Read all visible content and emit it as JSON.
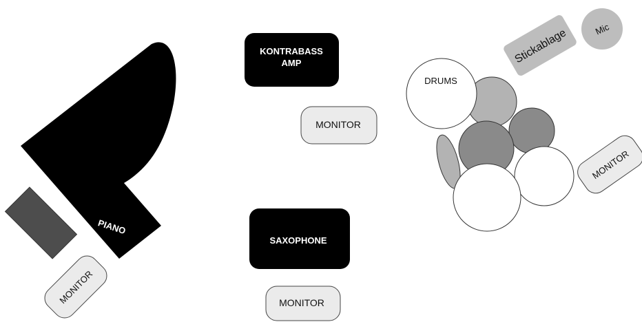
{
  "stage_plot": {
    "piano": {
      "label": "PIANO"
    },
    "kontrabass_amp": {
      "label_line1": "KONTRABASS",
      "label_line2": "AMP"
    },
    "saxophone": {
      "label": "SAXOPHONE"
    },
    "drums": {
      "label": "DRUMS"
    },
    "stickablage": {
      "label": "Stickablage"
    },
    "mic": {
      "label": "Mic"
    },
    "monitors": {
      "piano_monitor": "MONITOR",
      "bass_monitor": "MONITOR",
      "sax_monitor": "MONITOR",
      "drums_monitor": "MONITOR"
    }
  },
  "colors": {
    "black": "#000000",
    "monitor_fill": "#ebebeb",
    "keyboard_bench": "#4d4d4d",
    "stickablage_fill": "#bdbdbd",
    "drum_light_gray": "#b3b3b3",
    "drum_mid_gray": "#8a8a8a",
    "drum_white": "#ffffff"
  }
}
